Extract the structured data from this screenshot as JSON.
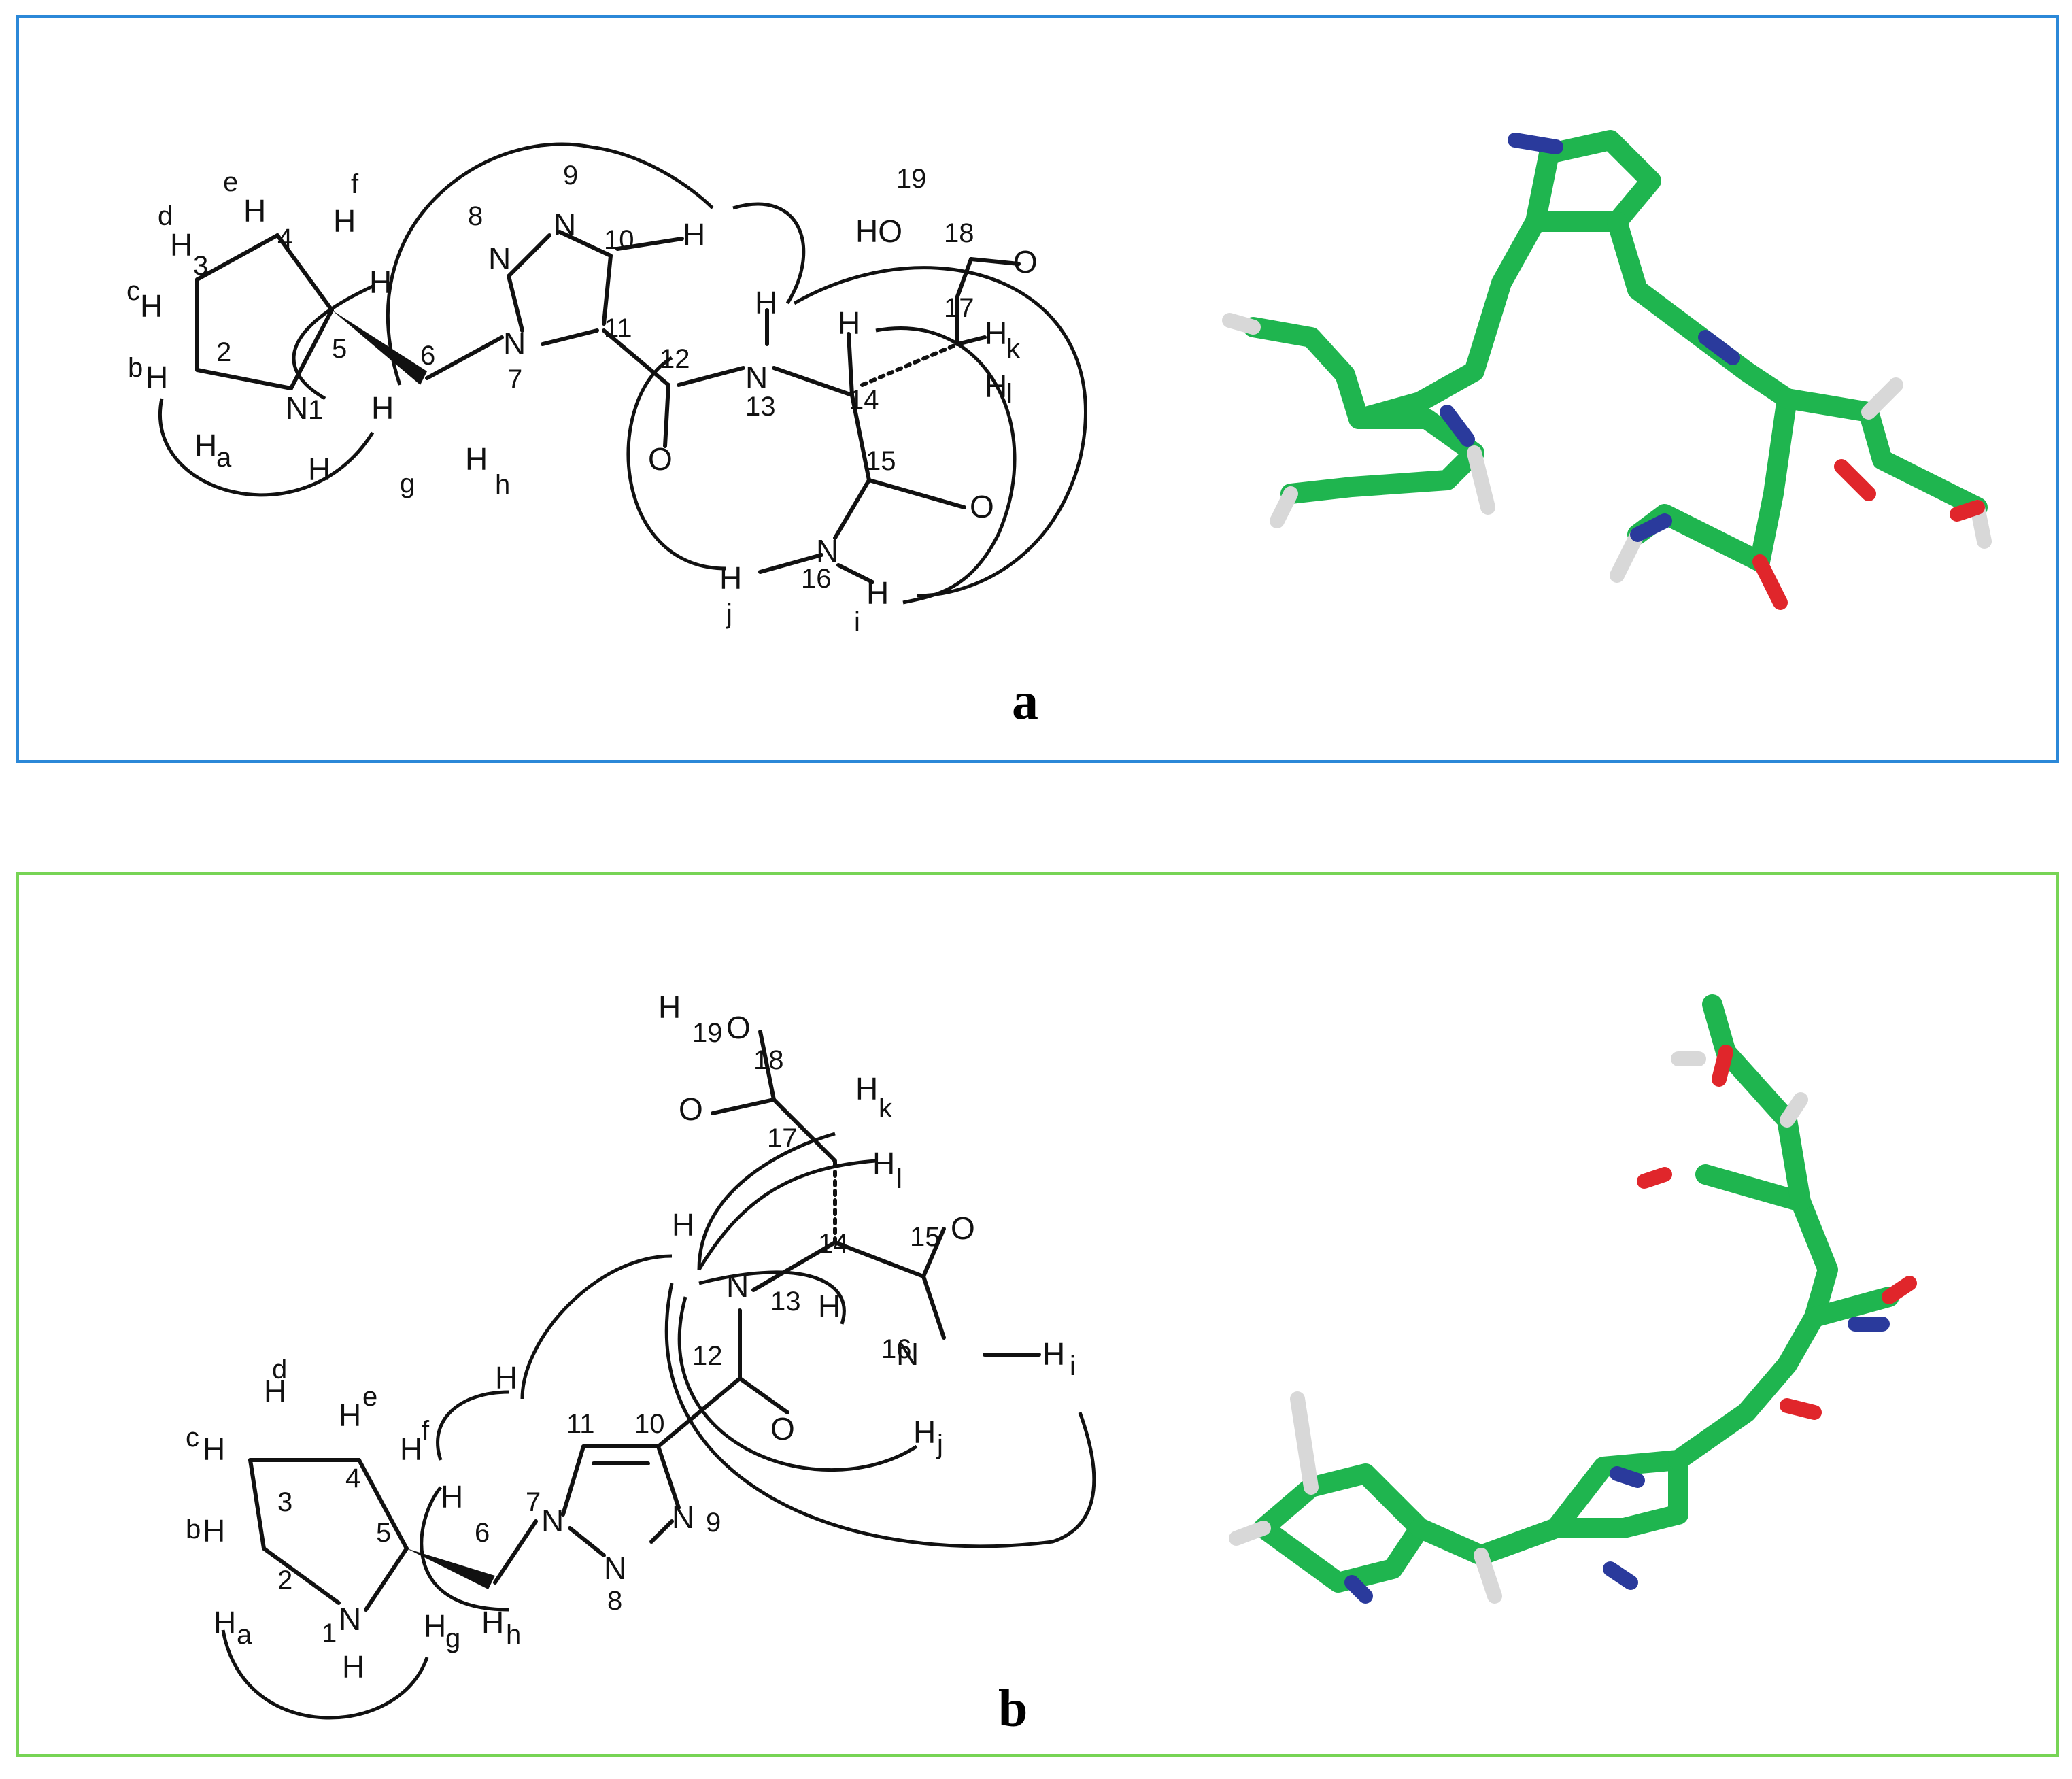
{
  "panels": [
    {
      "id": "a",
      "label": "a",
      "border_color": "#2b88d8",
      "atom_labels": [
        "H",
        "N",
        "O",
        "HO",
        "H",
        "H",
        "H",
        "N",
        "N",
        "N",
        "N",
        "O",
        "O",
        "H",
        "H",
        "H",
        "H",
        "H",
        "H",
        "H",
        "H",
        "H"
      ],
      "numbers": [
        "1",
        "2",
        "3",
        "4",
        "5",
        "6",
        "7",
        "8",
        "9",
        "10",
        "11",
        "12",
        "13",
        "14",
        "15",
        "16",
        "17",
        "18",
        "19"
      ],
      "h_sublabels": [
        "a",
        "b",
        "c",
        "d",
        "e",
        "f",
        "g",
        "h",
        "i",
        "j",
        "k",
        "l"
      ]
    },
    {
      "id": "b",
      "label": "b",
      "border_color": "#77d455",
      "atom_labels": [
        "H",
        "O",
        "O",
        "O",
        "N",
        "N",
        "N",
        "N",
        "N",
        "N",
        "H",
        "H",
        "H",
        "H",
        "H",
        "H",
        "H",
        "H",
        "H",
        "H",
        "H",
        "H"
      ],
      "numbers": [
        "1",
        "2",
        "3",
        "4",
        "5",
        "6",
        "7",
        "8",
        "9",
        "10",
        "11",
        "12",
        "13",
        "14",
        "15",
        "16",
        "17",
        "18",
        "19"
      ],
      "h_sublabels": [
        "a",
        "b",
        "c",
        "d",
        "e",
        "f",
        "g",
        "h",
        "i",
        "j",
        "k",
        "l"
      ]
    }
  ],
  "model_colors": {
    "carbon": "#1fb54f",
    "nitrogen": "#2a3a9c",
    "oxygen": "#e0262b",
    "hydrogen": "#d8d8d8"
  }
}
